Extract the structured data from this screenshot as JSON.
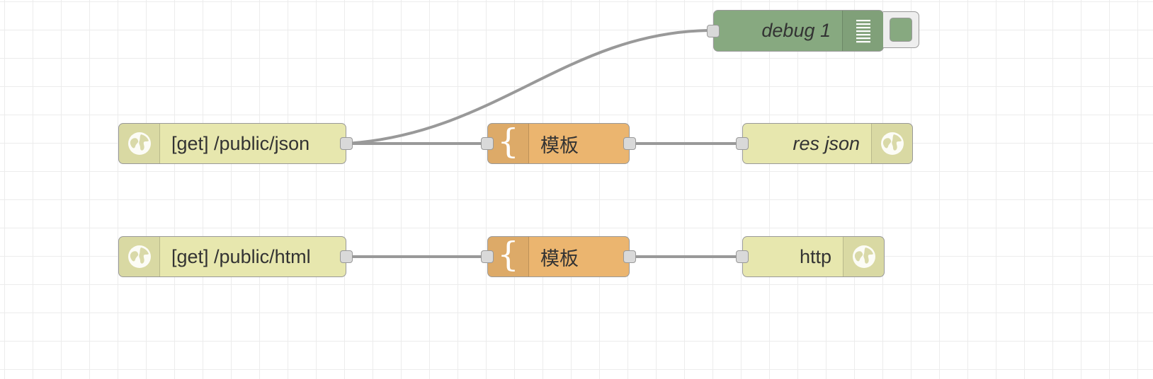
{
  "nodes": {
    "http_in_json": {
      "label": "[get] /public/json",
      "icon": "globe-icon"
    },
    "template_1": {
      "label": "模板",
      "icon": "brace-icon"
    },
    "http_resp_json": {
      "label": "res json",
      "icon": "globe-icon"
    },
    "debug_1": {
      "label": "debug 1",
      "icon": "list-icon"
    },
    "http_in_html": {
      "label": "[get] /public/html",
      "icon": "globe-icon"
    },
    "template_2": {
      "label": "模板",
      "icon": "brace-icon"
    },
    "http_resp_html": {
      "label": "http",
      "icon": "globe-icon"
    }
  },
  "colors": {
    "http": "#e7e7ae",
    "template": "#ebb56f",
    "debug": "#87a980",
    "wire": "#999999",
    "grid": "#ececec"
  },
  "brace_glyph": "{"
}
